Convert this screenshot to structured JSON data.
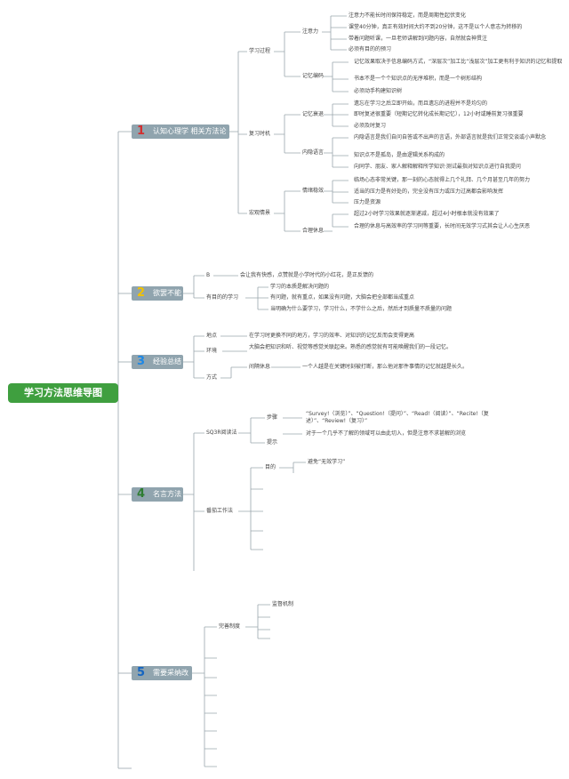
{
  "root": {
    "label": "学习方法思维导图"
  },
  "sections": [
    {
      "num": "1",
      "num_color": "#d32f2f",
      "label": "认知心理学 相关方法论"
    },
    {
      "num": "2",
      "num_color": "#f2c200",
      "label": "欲罢不能"
    },
    {
      "num": "3",
      "num_color": "#1e88e5",
      "label": "经验总结"
    },
    {
      "num": "4",
      "num_color": "#2e7d32",
      "label": "名言方法"
    },
    {
      "num": "5",
      "num_color": "#1565c0",
      "label": "需要采纳改进"
    }
  ],
  "s1": {
    "learning": {
      "label": "学习过程",
      "attention": {
        "label": "注意力",
        "items": [
          "注意力不能长时间保持稳定，而是周期性起伏变化",
          "课堂40分钟，真正有效时间大约不到20分钟，这不是以个人意志为转移的",
          "带着问题听课，一旦老师讲解到问题内容，自然就会神贯注",
          "必须有目的的预习"
        ]
      },
      "encoding": {
        "label": "记忆编码",
        "items": [
          "记忆效果取决于信息编码方式，“深层次”加工比“浅层次”加工更有利于知识的记忆和提取",
          "书本不是一个个知识点的无序堆积，而是一个树形结构",
          "必须动手构建知识树"
        ]
      }
    },
    "review": {
      "label": "复习时机",
      "forgetting": {
        "label": "记忆衰退",
        "items": [
          "遗忘在学习之后立即开始，而且遗忘的进程并不是均匀的",
          "即时复述很重要（短期记忆转化成长期记忆），12小时或睡前复习很重要",
          "必须及时复习"
        ]
      },
      "inner": {
        "label": "内隐语言",
        "items": [
          "内隐语言是我们自问自答或不出声的言语，外部语言就是我们正常交谈或小声默念",
          "知识点不是孤岛，是由逻辑关系构成的",
          "向同学、朋友、家人解释解释所学知识·测试最指对知识点进行自我提问"
        ]
      }
    },
    "macro": {
      "label": "宏观情景",
      "emotion": {
        "label": "情绪稳效",
        "items": [
          "临场心态非常关键，那一刻的心态就得上几个礼拜、几个月甚至几年的努力",
          "适当的压力是有好处的，完全没有压力或压力过高都会影响发挥",
          "压力是资源"
        ]
      },
      "rest": {
        "label": "合理休息",
        "items": [
          "超过2小时学习效果就逐渐递减，超过4小时根本就没有效果了",
          "合理的休息与高效率的学习同等重要，长时间无效学习式其会让人心生厌恶"
        ]
      }
    }
  },
  "s2": {
    "b": {
      "label": "B",
      "text": "会让我有快感，点赞就是小学时代的小红花，是正反馈的"
    },
    "purpose": {
      "label": "有目的的学习",
      "items": [
        "学习的本质是解决问题的",
        "有问题，就有重点，如果没有问题，大脑会把全部都当成重点",
        "当明确为什么要学习，学习什么，不学什么之后，然后才到质量不质量的问题"
      ]
    }
  },
  "s3": {
    "place": {
      "label": "地点",
      "text": "在学习时更换不同的地方，学习的效率、对知识的记忆反而会变得更高"
    },
    "env": {
      "label": "环境",
      "text": "大脑会把知识和听、视觉等感觉关联起来。熟悉的感觉就有可能唤醒我们的一段记忆。"
    },
    "method": {
      "label": "方式"
    },
    "interval": {
      "label": "间隔休息",
      "text": "一个人越是在关键时刻被打断，那么他对那件事情的记忆就越是长久。"
    }
  },
  "s4": {
    "sq3r": {
      "label": "SQ3R阅读法",
      "steps": {
        "label": "步骤",
        "text": "“Survey!（浏览）”、“Question!（提问）”、“Read!（阅读）”、“Recite!（复述）”、“Review!（复习）”"
      },
      "tip": {
        "label": "提示",
        "text": "对于一个几乎不了解的领域可以由此切入，但是注意不求甚解的浏览"
      }
    },
    "kanban": {
      "label": "番茄工作法",
      "goal": {
        "label": "目的",
        "text": "避免“无效学习”"
      }
    }
  },
  "s5": {
    "system": {
      "label": "完善制度",
      "supervise": {
        "label": "监督机制"
      }
    }
  }
}
